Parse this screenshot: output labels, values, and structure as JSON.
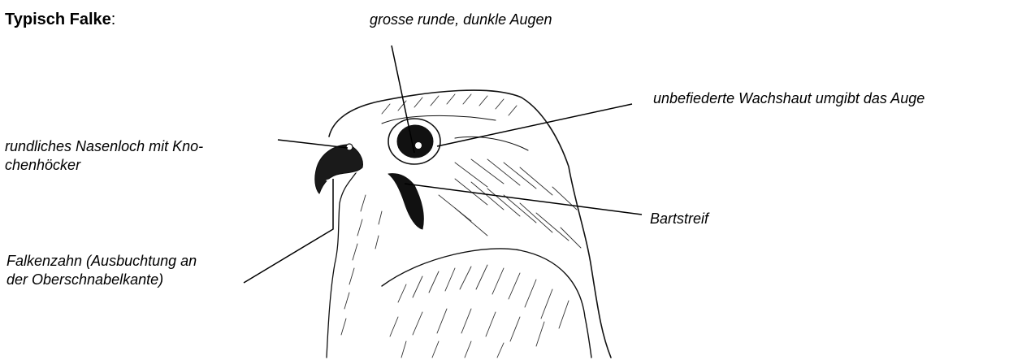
{
  "title": {
    "bold": "Typisch Falke",
    "suffix": ":"
  },
  "labels": {
    "augen": "grosse runde, dunkle Augen",
    "wachshaut": "unbefiederte Wachshaut umgibt das Auge",
    "nasenloch_1": "rundliches Nasenloch mit Kno-",
    "nasenloch_2": "chenhöcker",
    "bartstreif": "Bartstreif",
    "zahn_1": "Falkenzahn (Ausbuchtung an",
    "zahn_2": "der Oberschnabelkante)"
  }
}
